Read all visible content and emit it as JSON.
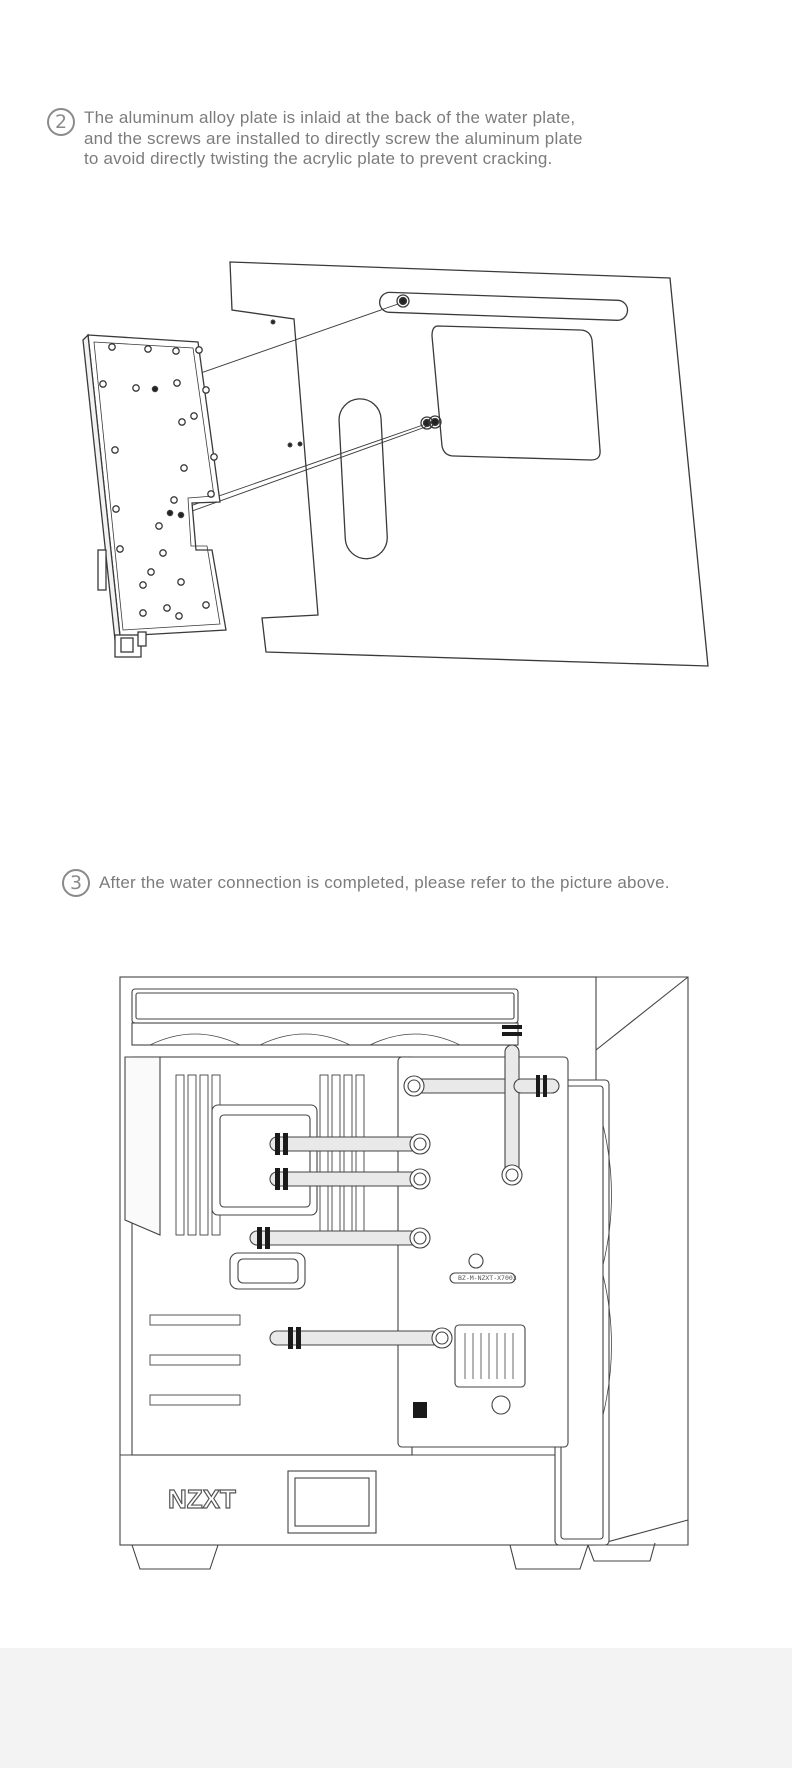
{
  "steps": [
    {
      "number": "2",
      "lines": [
        "The aluminum alloy plate is inlaid at the back of the water plate,",
        "and the screws are installed to directly screw the aluminum plate",
        "to avoid directly twisting the acrylic plate to prevent cracking."
      ]
    },
    {
      "number": "3",
      "lines": [
        "After the water connection is completed, please refer to the picture above."
      ]
    }
  ],
  "case_diagram": {
    "brand_logo": "NZXT",
    "block_label": "BZ-M-NZXT-X7003"
  },
  "colors": {
    "line_art": "#444444",
    "tube_fill": "#e9e9e9",
    "fitting": "#1a1a1a",
    "footer": "#f3f3f3"
  }
}
